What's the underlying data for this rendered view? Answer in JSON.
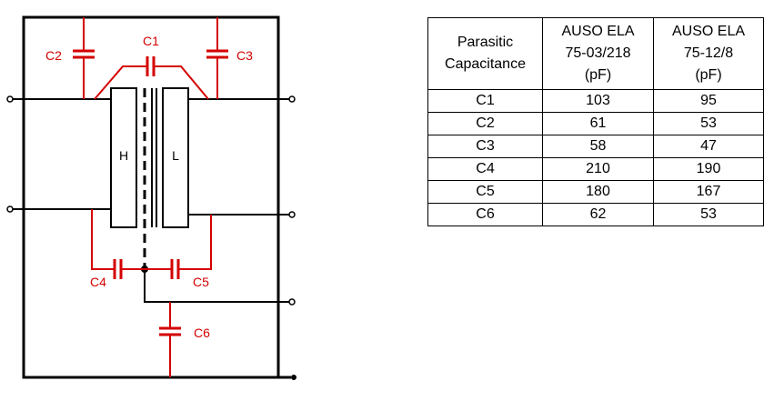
{
  "diagram": {
    "winding_labels": {
      "high": "H",
      "low": "L"
    },
    "capacitor_labels": [
      "C1",
      "C2",
      "C3",
      "C4",
      "C5",
      "C6"
    ],
    "colors": {
      "capacitor": "#d40000",
      "wire": "#000000"
    }
  },
  "table": {
    "headers": [
      [
        "Parasitic",
        "Capacitance"
      ],
      [
        "AUSO ELA",
        "75-03/218",
        "(pF)"
      ],
      [
        "AUSO ELA",
        "75-12/8",
        "(pF)"
      ]
    ],
    "rows": [
      [
        "C1",
        "103",
        "95"
      ],
      [
        "C2",
        "61",
        "53"
      ],
      [
        "C3",
        "58",
        "47"
      ],
      [
        "C4",
        "210",
        "190"
      ],
      [
        "C5",
        "180",
        "167"
      ],
      [
        "C6",
        "62",
        "53"
      ]
    ]
  }
}
